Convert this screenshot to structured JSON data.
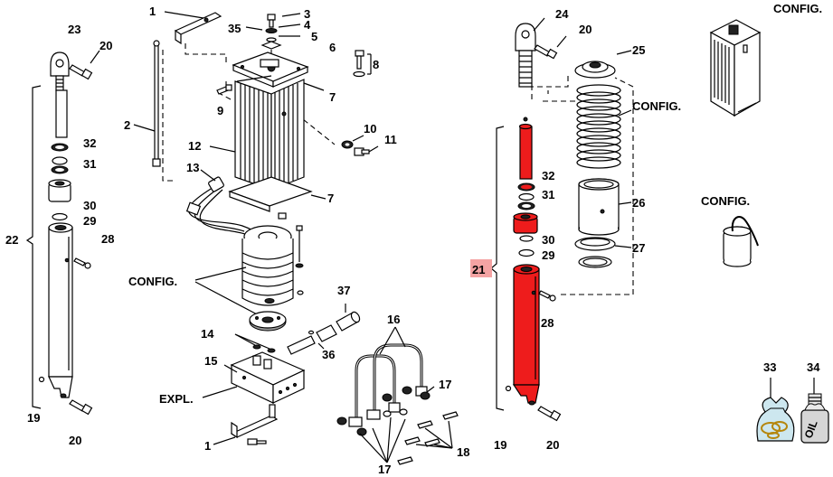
{
  "callouts": {
    "c1_top": "1",
    "c23": "23",
    "c20_tl": "20",
    "c3": "3",
    "c35": "35",
    "c4": "4",
    "c5": "5",
    "c6": "6",
    "c8": "8",
    "c9": "9",
    "c7_top": "7",
    "c2": "2",
    "c10": "10",
    "c11": "11",
    "c12": "12",
    "c13": "13",
    "c7_mid": "7",
    "c32_l": "32",
    "c31_l": "31",
    "c30_l": "30",
    "c29_l": "29",
    "c28_l": "28",
    "c22": "22",
    "c19_l": "19",
    "c20_bl": "20",
    "config_motor": "CONFIG.",
    "c37": "37",
    "c14": "14",
    "c36": "36",
    "c15": "15",
    "expl": "EXPL.",
    "c1_bot": "1",
    "c16": "16",
    "c17_r": "17",
    "c17_b": "17",
    "c18": "18",
    "c24": "24",
    "c20_tr": "20",
    "c25": "25",
    "config_spring": "CONFIG.",
    "c26": "26",
    "c32_r": "32",
    "c31_r": "31",
    "c21": "21",
    "c30_r": "30",
    "c29_r": "29",
    "c27": "27",
    "c28_r": "28",
    "c19_r": "19",
    "c20_br": "20",
    "config_top": "CONFIG.",
    "config_cap": "CONFIG.",
    "c33": "33",
    "c34": "34",
    "oil": "OIL"
  },
  "highlight": {
    "selected_callout": "21",
    "color": "#ee1c1c",
    "badge_color": "#f4a3a3"
  }
}
